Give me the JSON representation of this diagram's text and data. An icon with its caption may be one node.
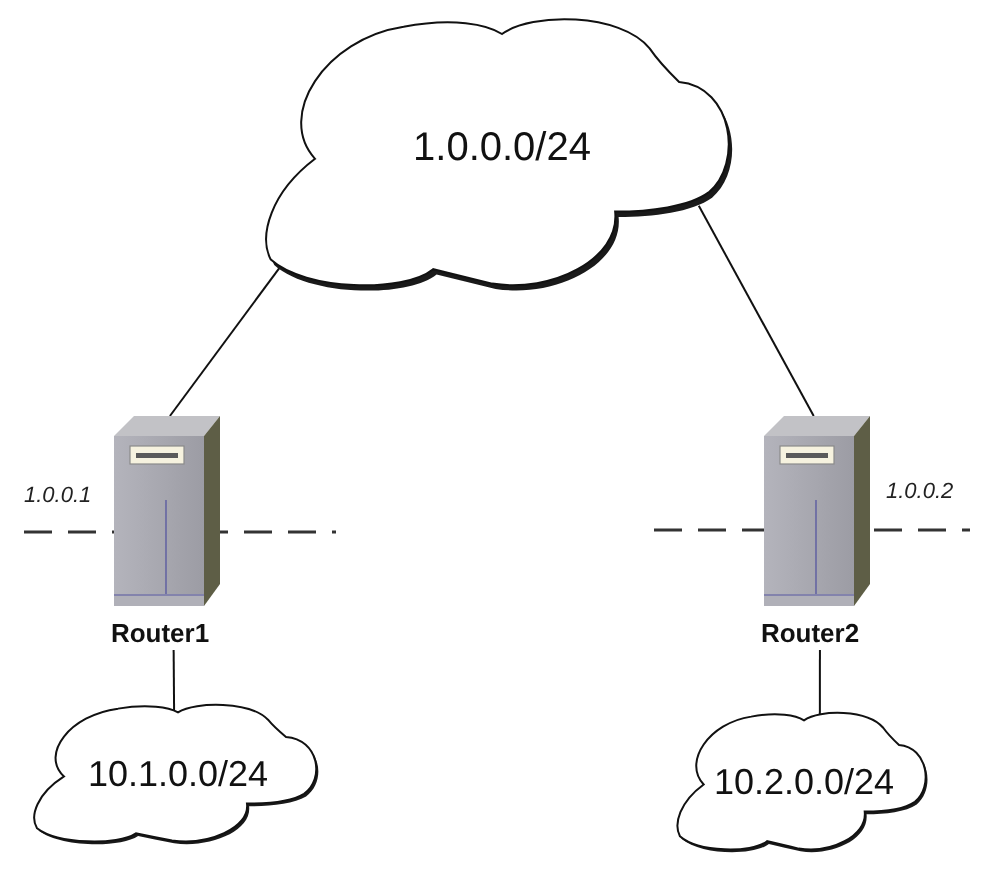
{
  "diagram": {
    "nodes": [
      {
        "text": [
          "1.0.0.0/24"
        ]
      },
      {
        "text": [
          "Router1"
        ],
        "beside": [
          "1.0.0.1"
        ]
      },
      {
        "text": [
          "Router2"
        ],
        "beside": [
          "1.0.0.2"
        ]
      },
      {
        "text": [
          "10.1.0.0/24"
        ]
      },
      {
        "text": [
          "10.2.0.0/24"
        ]
      }
    ],
    "edges": [
      {
        "from": 0,
        "to": 1,
        "arrow": "none"
      },
      {
        "from": 0,
        "to": 2,
        "arrow": "none"
      },
      {
        "from": 1,
        "to": 3,
        "arrow": "none"
      },
      {
        "from": 2,
        "to": 4,
        "arrow": "none"
      }
    ]
  }
}
